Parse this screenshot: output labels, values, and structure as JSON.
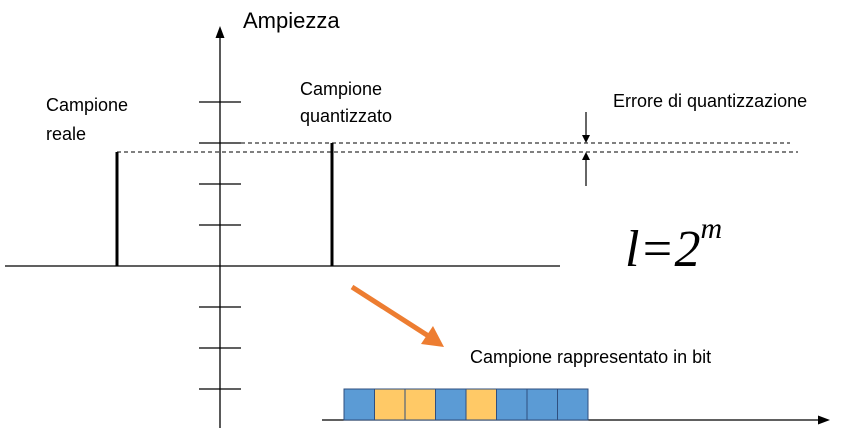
{
  "labels": {
    "axis_title": "Ampiezza",
    "real_sample": "Campione\nreale",
    "quantized_sample": "Campione\nquantizzato",
    "quantization_error": "Errore di quantizzazione",
    "bit_representation": "Campione rappresentato in bit"
  },
  "formula": {
    "base": "l=2",
    "exponent": "m"
  },
  "bits": [
    {
      "color": "#5b9bd5"
    },
    {
      "color": "#ffc966"
    },
    {
      "color": "#ffc966"
    },
    {
      "color": "#5b9bd5"
    },
    {
      "color": "#ffc966"
    },
    {
      "color": "#5b9bd5"
    },
    {
      "color": "#5b9bd5"
    },
    {
      "color": "#5b9bd5"
    }
  ],
  "colors": {
    "arrow": "#ed7d31",
    "bit_border": "#2f4f7f",
    "line": "#000000"
  }
}
